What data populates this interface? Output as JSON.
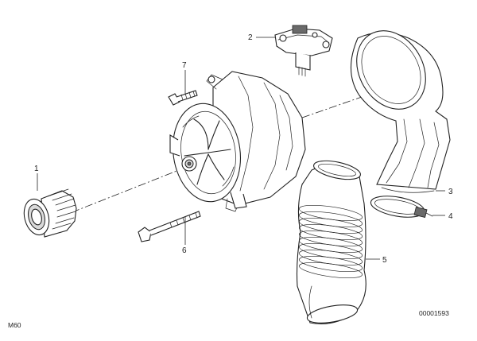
{
  "drawing": {
    "model_code": "M60",
    "drawing_number": "00001593"
  },
  "parts": [
    {
      "callout": "1",
      "name": "pulley-part"
    },
    {
      "callout": "2",
      "name": "voltage-regulator-part"
    },
    {
      "callout": "3",
      "name": "air-duct-part"
    },
    {
      "callout": "4",
      "name": "hose-clamp-part"
    },
    {
      "callout": "5",
      "name": "air-hose-part"
    },
    {
      "callout": "6",
      "name": "long-bolt-part"
    },
    {
      "callout": "7",
      "name": "short-bolt-part"
    }
  ]
}
